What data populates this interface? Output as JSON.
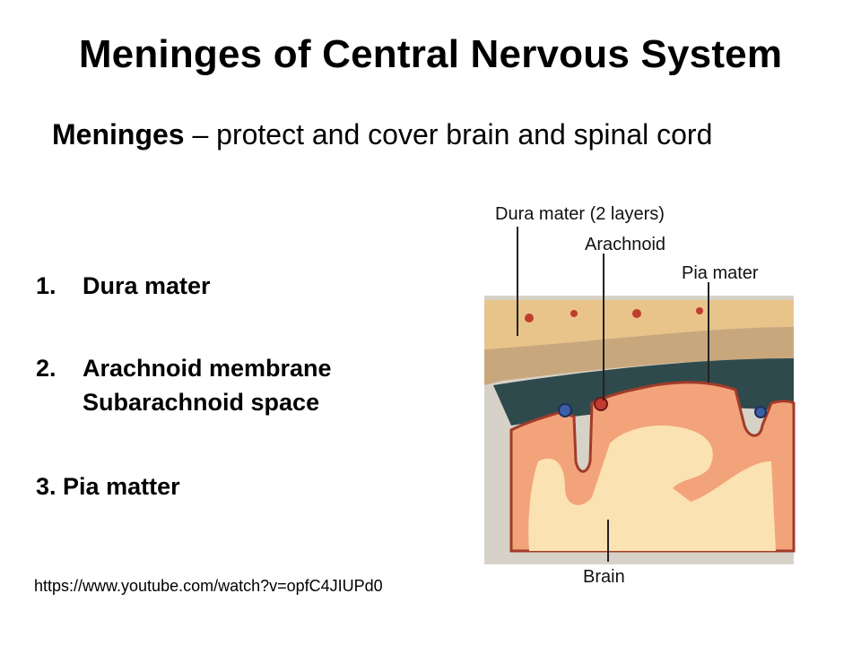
{
  "slide": {
    "title": "Meninges of Central Nervous System",
    "intro_bold": "Meninges",
    "intro_rest": " – protect and cover brain and spinal cord",
    "list": [
      {
        "num": "1.",
        "label": "Dura mater"
      },
      {
        "num": "2.",
        "label": "Arachnoid membrane",
        "sub": "Subarachnoid space"
      },
      {
        "num": "3.",
        "label": "Pia matter"
      }
    ],
    "source_url": "https://www.youtube.com/watch?v=opfC4JIUPd0"
  },
  "figure": {
    "labels": {
      "dura": "Dura mater (2 layers)",
      "arachnoid": "Arachnoid",
      "pia": "Pia mater",
      "brain": "Brain"
    },
    "colors": {
      "skull": "#e8c48a",
      "dura": "#c9a77d",
      "subarachnoid": "#2f4a4c",
      "cortex": "#f2a37a",
      "white_matter": "#fbe2b2",
      "vessel_red": "#c23b2f",
      "vessel_blue": "#3d5fa8"
    }
  }
}
